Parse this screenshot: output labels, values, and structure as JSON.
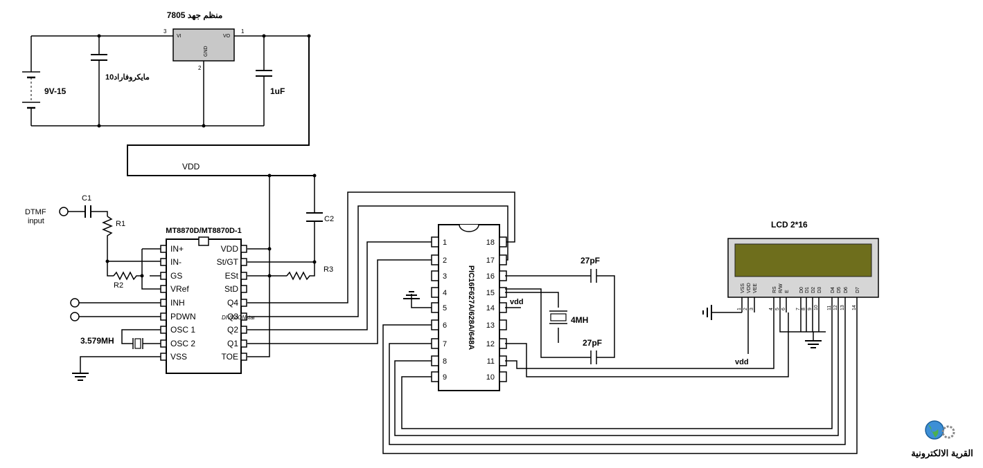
{
  "power": {
    "regulator_title": "7805 منظم جهد",
    "regulator_vi": "VI",
    "regulator_vo": "VO",
    "regulator_gnd": "GND",
    "pin_in": "3",
    "pin_out": "1",
    "pin_gnd": "2",
    "battery": "9V-15",
    "cap_in": "10مايكروفاراد",
    "cap_out": "1uF"
  },
  "vdd_label": "VDD",
  "dtmf": {
    "input_label_1": "DTMF",
    "input_label_2": "input",
    "c1": "C1",
    "r1": "R1",
    "r2": "R2",
    "c2": "C2",
    "r3": "R3",
    "chip_title": "MT8870D/MT8870D-1",
    "crystal": "3.579MH",
    "left_pins": [
      "IN+",
      "IN-",
      "GS",
      "VRef",
      "INH",
      "PDWN",
      "OSC 1",
      "OSC 2",
      "VSS"
    ],
    "right_pins": [
      "VDD",
      "St/GT",
      "ESt",
      "StD",
      "Q4",
      "Q3",
      "Q2",
      "Q1",
      "TOE"
    ]
  },
  "pic": {
    "chip_title": "PIC16F627A/628A/648A",
    "left_pins": [
      "1",
      "2",
      "3",
      "4",
      "5",
      "6",
      "7",
      "8",
      "9"
    ],
    "right_pins": [
      "18",
      "17",
      "16",
      "15",
      "14",
      "13",
      "12",
      "11",
      "10"
    ],
    "vdd": "vdd",
    "crystal": "4MH",
    "cap_top": "27pF",
    "cap_bottom": "27pF"
  },
  "lcd": {
    "title": "LCD 2*16",
    "pin_names": [
      "VSS",
      "VDD",
      "VEE",
      "RS",
      "R/W",
      "E",
      "D0",
      "D1",
      "D2",
      "D3",
      "D4",
      "D5",
      "D6",
      "D7"
    ],
    "pin_numbers": [
      "1",
      "2",
      "3",
      "4",
      "5",
      "6",
      "7",
      "8",
      "9",
      "10",
      "11",
      "12",
      "13",
      "14"
    ],
    "vdd": "vdd"
  },
  "logo": {
    "text": "القرية الالكترونية",
    "icon": "globe-gear-icon"
  },
  "watermark": "DIVISIONstar"
}
